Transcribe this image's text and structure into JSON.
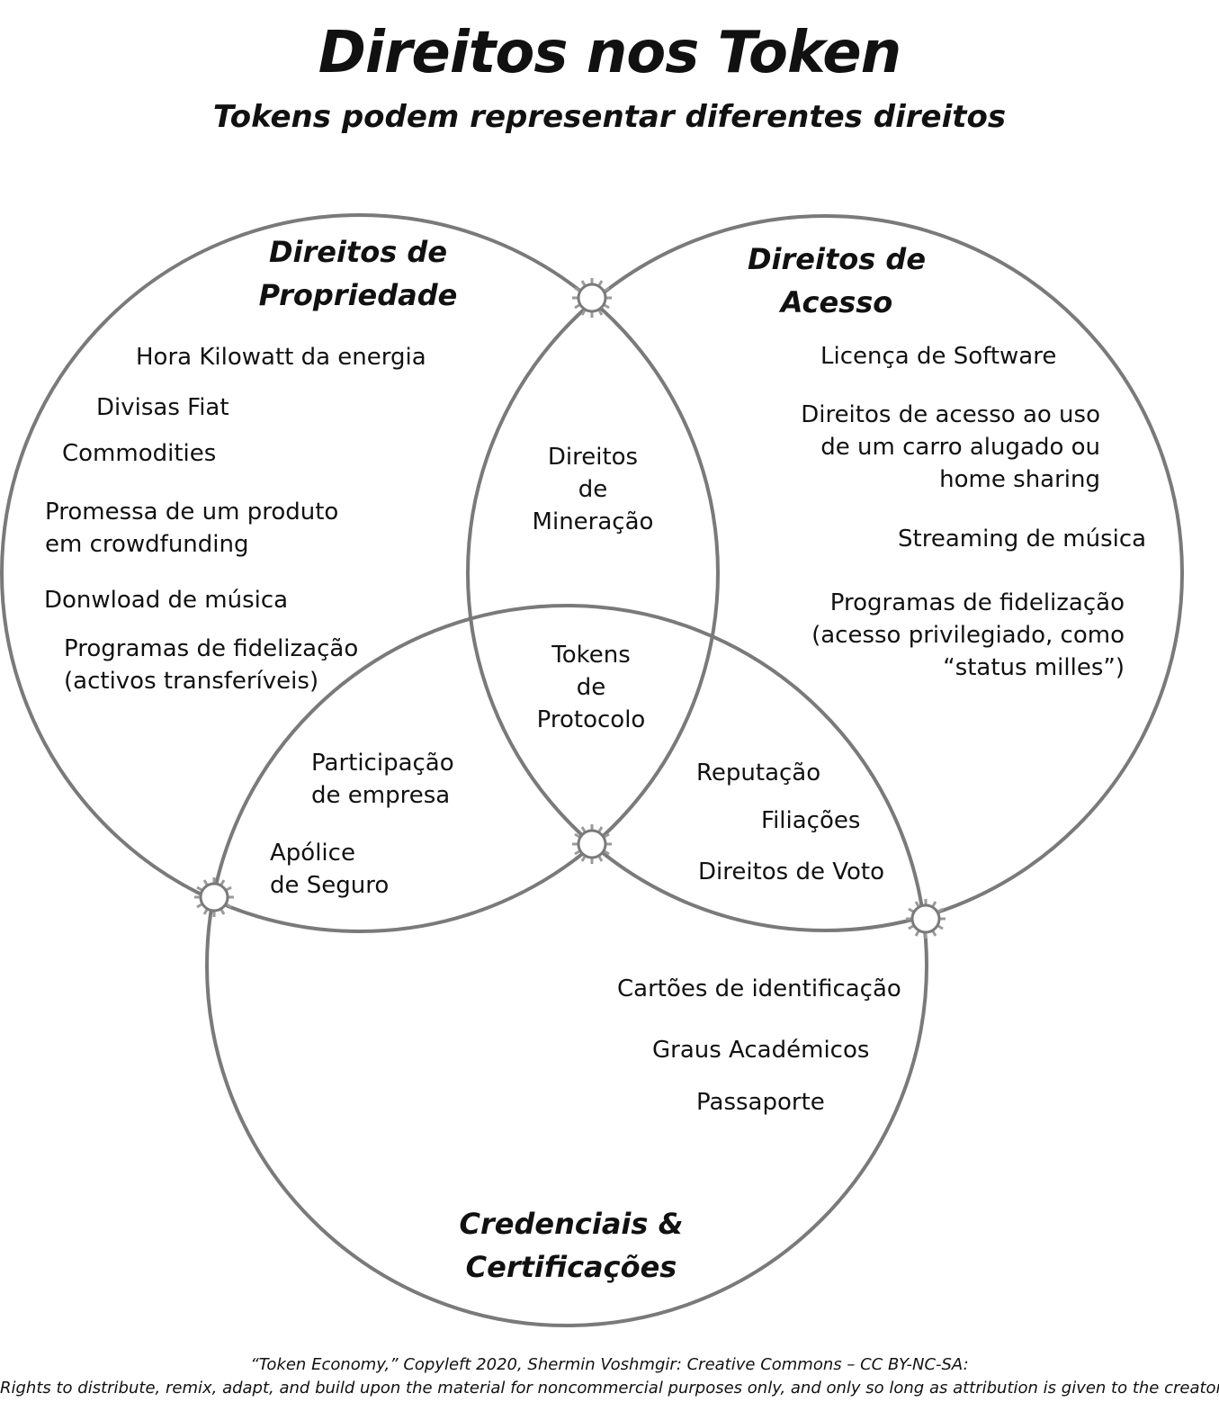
{
  "title": "Direitos nos Token",
  "subtitle": "Tokens podem representar diferentes direitos",
  "categories": {
    "property": [
      "Direitos de",
      "Propriedade"
    ],
    "access": [
      "Direitos de",
      "Acesso"
    ],
    "credentials": [
      "Credenciais &",
      "Certificações"
    ]
  },
  "property_items": {
    "kwh": [
      "Hora Kilowatt da energia"
    ],
    "fiat": [
      "Divisas Fiat"
    ],
    "commodities": [
      "Commodities"
    ],
    "crowdfunding": [
      "Promessa de um produto",
      "em crowdfunding"
    ],
    "music_download": [
      "Donwload de música"
    ],
    "loyalty": [
      "Programas de fidelização",
      "(activos transferíveis)"
    ]
  },
  "access_items": {
    "software": [
      "Licença de Software"
    ],
    "car_sharing": [
      "Direitos de acesso ao uso",
      "de um carro alugado ou",
      "home sharing"
    ],
    "streaming": [
      "Streaming de música"
    ],
    "loyalty": [
      "Programas de fidelização",
      "(acesso privilegiado, como",
      "“status milles”)"
    ]
  },
  "property_access_items": {
    "mining": [
      "Direitos",
      "de",
      "Mineração"
    ]
  },
  "center_items": {
    "protocol": [
      "Tokens",
      "de",
      "Protocolo"
    ]
  },
  "property_credentials_items": {
    "equity": [
      "Participação",
      "de empresa"
    ],
    "insurance": [
      "Apólice",
      "de Seguro"
    ]
  },
  "access_credentials_items": {
    "reputation": [
      "Reputação"
    ],
    "memberships": [
      "Filiações"
    ],
    "voting": [
      "Direitos de Voto"
    ]
  },
  "credentials_items": {
    "id_cards": [
      "Cartões de identificação"
    ],
    "degrees": [
      "Graus Académicos"
    ],
    "passport": [
      "Passaporte"
    ]
  },
  "footer": {
    "line1": "“Token Economy,” Copyleft 2020, Shermin Voshmgir: Creative Commons – CC BY-NC-SA:",
    "line2": "Rights to distribute, remix, adapt, and build upon the material  for noncommercial purposes only, and only so long as attribution is given to the creator."
  },
  "colors": {
    "circle_stroke": "#7a7a7a",
    "text": "#111111",
    "background": "#ffffff"
  }
}
